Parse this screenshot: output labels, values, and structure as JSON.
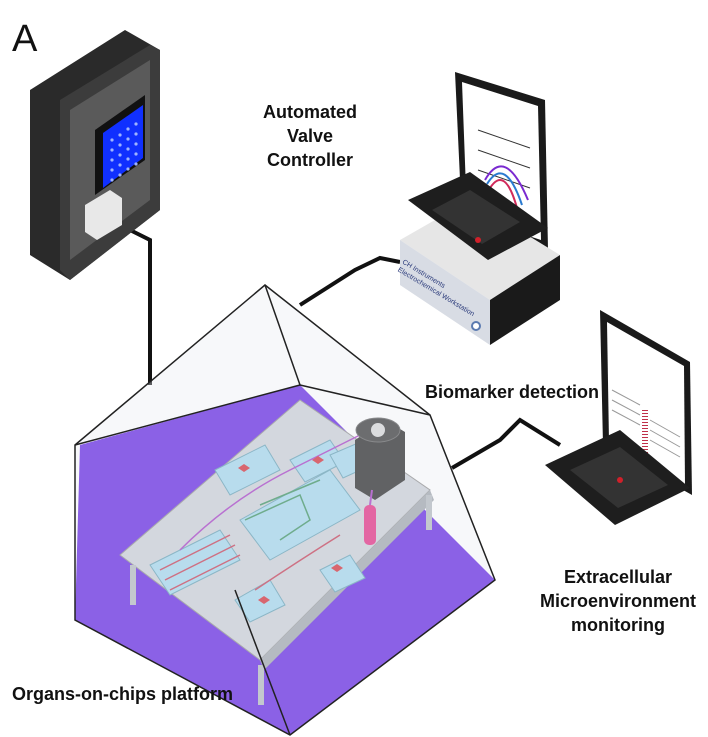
{
  "figure": {
    "panel_label": "A",
    "labels": {
      "valve_controller": [
        "Automated Valve",
        "Controller"
      ],
      "biomarker": "Biomarker detection",
      "microenvironment": [
        "Extracellular",
        "Microenvironment",
        "monitoring"
      ],
      "platform": "Organs-on-chips platform"
    },
    "device_text": [
      "CH Instruments",
      "Electrochemical Workstation"
    ],
    "colors": {
      "enclosure_floor": "#5a18e0",
      "led_panel": "#1030ff",
      "chip_area": "#9ed4ec",
      "channel_red": "#c0304a",
      "channel_green": "#2e8b57",
      "tube": "#a030c0",
      "cable": "#111111"
    }
  }
}
